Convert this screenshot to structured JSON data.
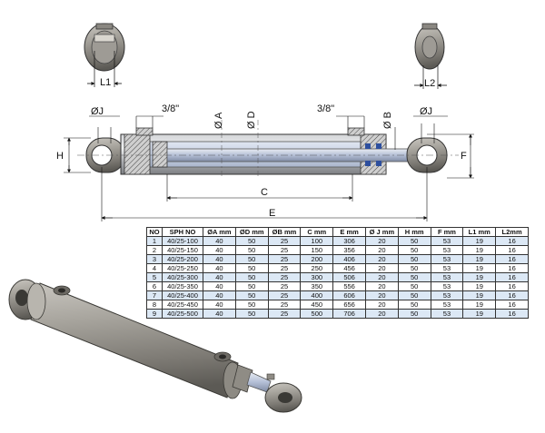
{
  "dimension_labels": {
    "L1": "L1",
    "L2": "L2",
    "J_left": "ØJ",
    "J_right": "ØJ",
    "port_left": "3/8\"",
    "port_right": "3/8\"",
    "A": "Ø A",
    "D": "Ø D",
    "B": "Ø B",
    "H": "H",
    "F": "F",
    "C": "C",
    "E": "E"
  },
  "table": {
    "headers": [
      "NO",
      "SPH NO",
      "ØA mm",
      "ØD mm",
      "ØB mm",
      "C mm",
      "E mm",
      "Ø J mm",
      "H mm",
      "F mm",
      "L1 mm",
      "L2mm"
    ],
    "rows": [
      [
        "1",
        "40/25-100",
        "40",
        "50",
        "25",
        "100",
        "306",
        "20",
        "50",
        "53",
        "19",
        "16"
      ],
      [
        "2",
        "40/25-150",
        "40",
        "50",
        "25",
        "150",
        "356",
        "20",
        "50",
        "53",
        "19",
        "16"
      ],
      [
        "3",
        "40/25-200",
        "40",
        "50",
        "25",
        "200",
        "406",
        "20",
        "50",
        "53",
        "19",
        "16"
      ],
      [
        "4",
        "40/25-250",
        "40",
        "50",
        "25",
        "250",
        "456",
        "20",
        "50",
        "53",
        "19",
        "16"
      ],
      [
        "5",
        "40/25-300",
        "40",
        "50",
        "25",
        "300",
        "506",
        "20",
        "50",
        "53",
        "19",
        "16"
      ],
      [
        "6",
        "40/25-350",
        "40",
        "50",
        "25",
        "350",
        "556",
        "20",
        "50",
        "53",
        "19",
        "16"
      ],
      [
        "7",
        "40/25-400",
        "40",
        "50",
        "25",
        "400",
        "606",
        "20",
        "50",
        "53",
        "19",
        "16"
      ],
      [
        "8",
        "40/25-450",
        "40",
        "50",
        "25",
        "450",
        "656",
        "20",
        "50",
        "53",
        "19",
        "16"
      ],
      [
        "9",
        "40/25-500",
        "40",
        "50",
        "25",
        "500",
        "706",
        "20",
        "50",
        "53",
        "19",
        "16"
      ]
    ]
  },
  "colors": {
    "row_stripe": "#dce8f5",
    "cylinder_body": "#b9bbbf",
    "bore": "#c9d3e6",
    "rod": "#b4bfd6",
    "seal": "#2d4f9e"
  }
}
